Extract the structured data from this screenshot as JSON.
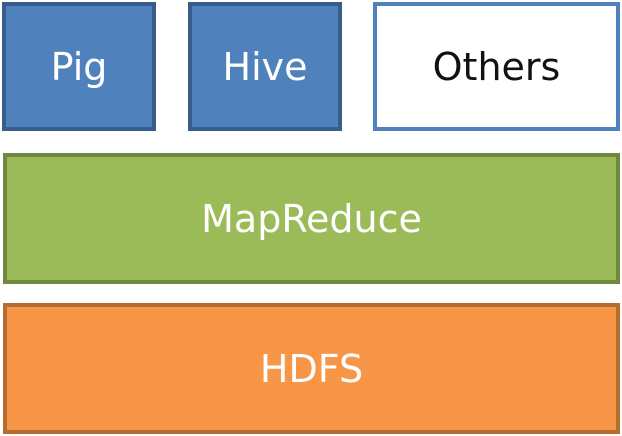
{
  "layers": {
    "top": [
      {
        "label": "Pig"
      },
      {
        "label": "Hive"
      },
      {
        "label": "Others"
      }
    ],
    "middle": {
      "label": "MapReduce"
    },
    "bottom": {
      "label": "HDFS"
    }
  },
  "colors": {
    "blue_fill": "#4f81bd",
    "blue_border": "#385d8a",
    "green_fill": "#9bbb59",
    "green_border": "#71893f",
    "orange_fill": "#f79646",
    "orange_border": "#b66d31",
    "white": "#ffffff"
  }
}
